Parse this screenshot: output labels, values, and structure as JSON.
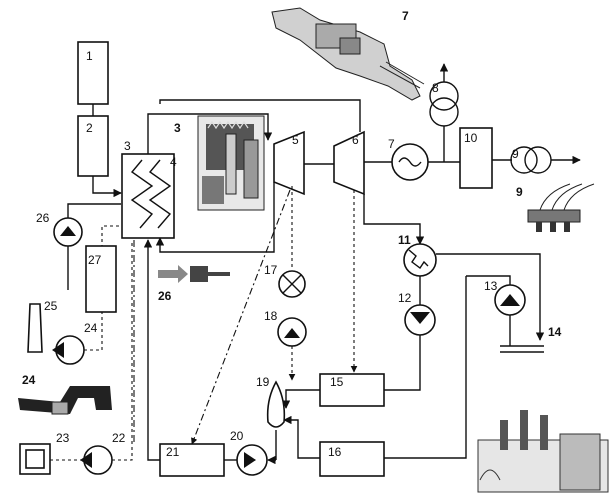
{
  "labels": {
    "n1": "1",
    "n2": "2",
    "n3": "3",
    "n4": "4",
    "n3b": "3",
    "n5": "5",
    "n6": "6",
    "n7": "7",
    "n7b": "7",
    "n8": "8",
    "n9": "9",
    "n9b": "9",
    "n10": "10",
    "n11": "11",
    "n12": "12",
    "n13": "13",
    "n14": "14",
    "n15": "15",
    "n16": "16",
    "n17": "17",
    "n18": "18",
    "n19": "19",
    "n20": "20",
    "n21": "21",
    "n22": "22",
    "n23": "23",
    "n24": "24",
    "n24b": "24",
    "n25": "25",
    "n26": "26",
    "n26b": "26",
    "n27": "27"
  },
  "colors": {
    "line": "#111111",
    "background": "#ffffff"
  }
}
